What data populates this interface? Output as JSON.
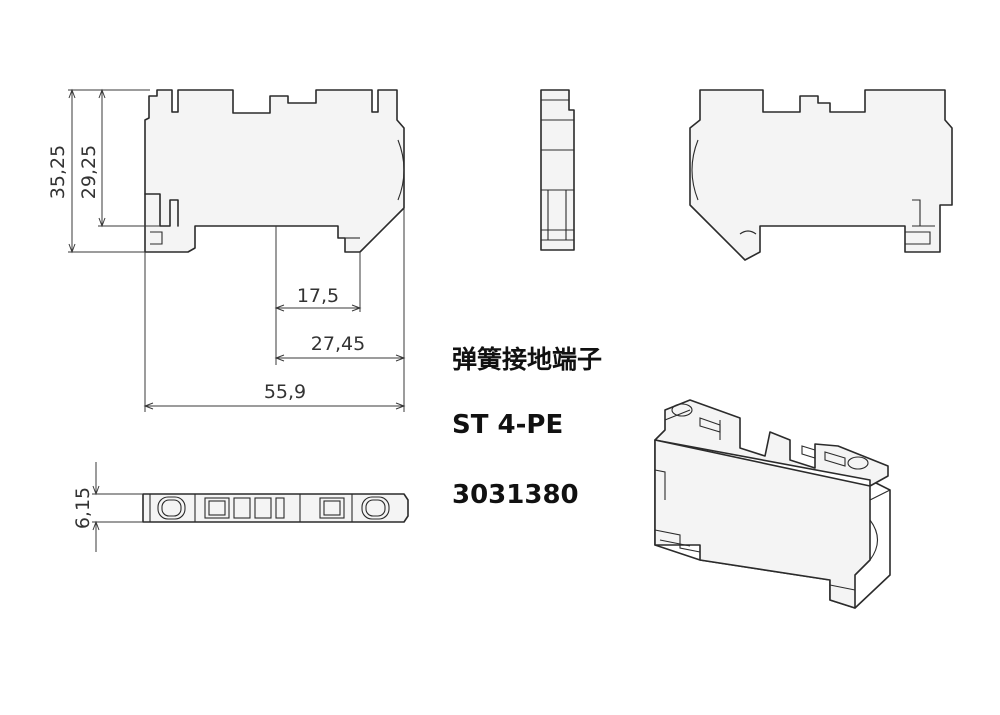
{
  "dimensions": {
    "height_total": "35,25",
    "height_inner": "29,25",
    "len_17": "17,5",
    "len_27": "27,45",
    "len_total": "55,9",
    "width": "6,15"
  },
  "labels": {
    "name_cn": "弹簧接地端子",
    "model": "ST 4-PE",
    "part_number": "3031380"
  },
  "colors": {
    "line": "#2b2b2b",
    "fill": "#f4f4f4"
  }
}
